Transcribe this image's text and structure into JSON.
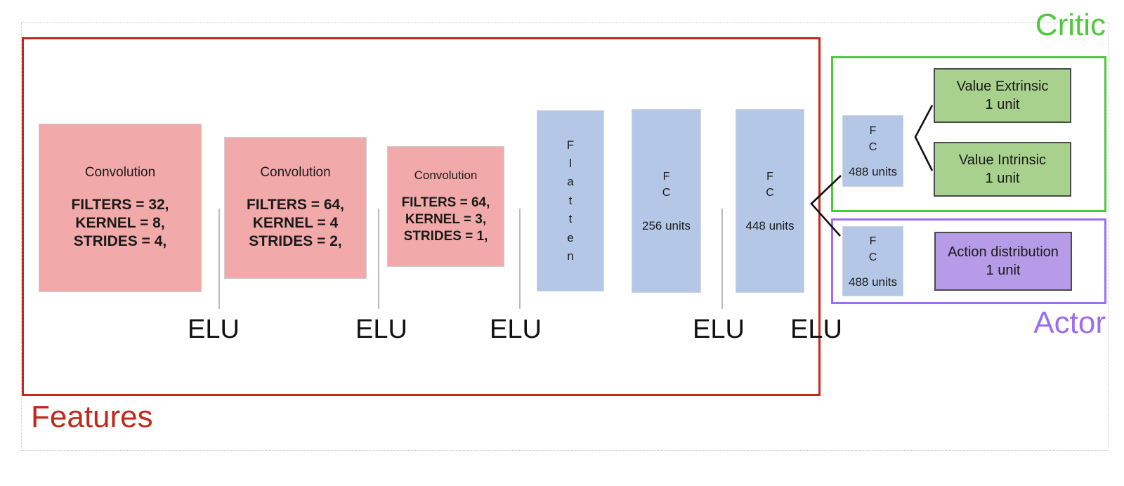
{
  "diagram": {
    "title_features": "Features",
    "title_critic": "Critic",
    "title_actor": "Actor",
    "colors": {
      "features_border": "#c0291c",
      "critic_border": "#4ec93c",
      "actor_border": "#9b6ef3",
      "conv_block": "#f2a9a9",
      "dense_block": "#b4c7e7",
      "value_block": "#a9d18e",
      "action_block": "#b69ce8",
      "separator": "#bcbcbc",
      "connector": "#111111"
    }
  },
  "layers": {
    "conv1": {
      "name": "Convolution",
      "params": "FILTERS = 32,\nKERNEL = 8,\nSTRIDES = 4,"
    },
    "conv2": {
      "name": "Convolution",
      "params": "FILTERS = 64,\nKERNEL = 4\nSTRIDES = 2,"
    },
    "conv3": {
      "name": "Convolution",
      "params": "FILTERS = 64,\nKERNEL = 3,\nSTRIDES = 1,"
    },
    "flatten": {
      "letters": "F\nl\na\nt\nt\ne\nn"
    },
    "fc256": {
      "name": "F\nC",
      "units": "256 units"
    },
    "fc448": {
      "name": "F\nC",
      "units": "448 units"
    },
    "fc_critic": {
      "name": "F\nC",
      "units": "488 units"
    },
    "fc_actor": {
      "name": "F\nC",
      "units": "488 units"
    },
    "value_extrinsic": {
      "name": "Value Extrinsic\n1 unit"
    },
    "value_intrinsic": {
      "name": "Value Intrinsic\n1 unit"
    },
    "action_distribution": {
      "name": "Action distribution\n1 unit"
    }
  },
  "activations": {
    "label": "ELU",
    "items": [
      {
        "label": "ELU"
      },
      {
        "label": "ELU"
      },
      {
        "label": "ELU"
      },
      {
        "label": "ELU"
      },
      {
        "label": "ELU"
      }
    ]
  }
}
